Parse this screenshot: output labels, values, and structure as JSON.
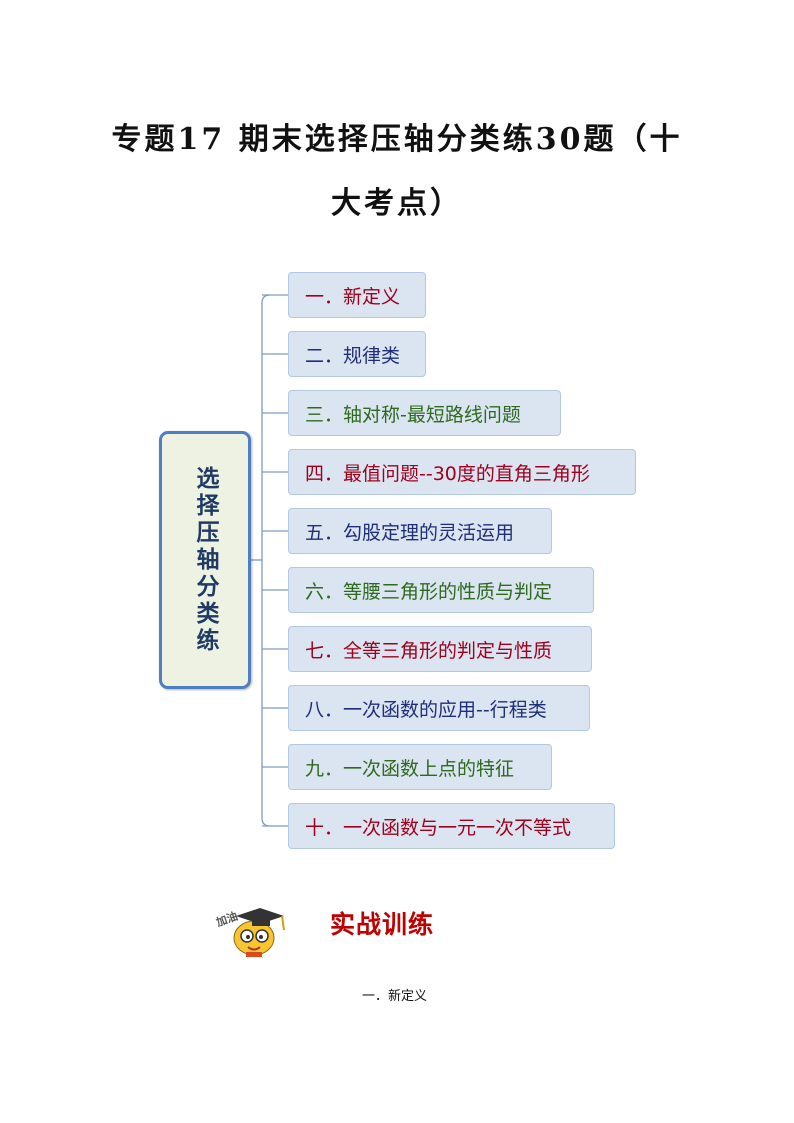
{
  "document": {
    "title_line1": "专题17  期末选择压轴分类练30题（十",
    "title_line2": "大考点）"
  },
  "mindmap": {
    "root_label": "选择压轴分类练",
    "nodes": [
      {
        "label": "一．新定义",
        "color": "#a0001c"
      },
      {
        "label": "二．规律类",
        "color": "#1f2e7a"
      },
      {
        "label": "三．轴对称-最短路线问题",
        "color": "#2d6a1f"
      },
      {
        "label": "四．最值问题--30度的直角三角形",
        "color": "#a0001c"
      },
      {
        "label": "五．勾股定理的灵活运用",
        "color": "#1f2e7a"
      },
      {
        "label": "六．等腰三角形的性质与判定",
        "color": "#2d6a1f"
      },
      {
        "label": "七．全等三角形的判定与性质",
        "color": "#a0001c"
      },
      {
        "label": "八．一次函数的应用--行程类",
        "color": "#1f2e7a"
      },
      {
        "label": "九．一次函数上点的特征",
        "color": "#2d6a1f"
      },
      {
        "label": "十．一次函数与一元一次不等式",
        "color": "#a0001c"
      }
    ]
  },
  "mascot": {
    "text": "加油",
    "icon": "cartoon-student-icon"
  },
  "section": {
    "heading": "实战训练",
    "subheading": "一．新定义"
  }
}
